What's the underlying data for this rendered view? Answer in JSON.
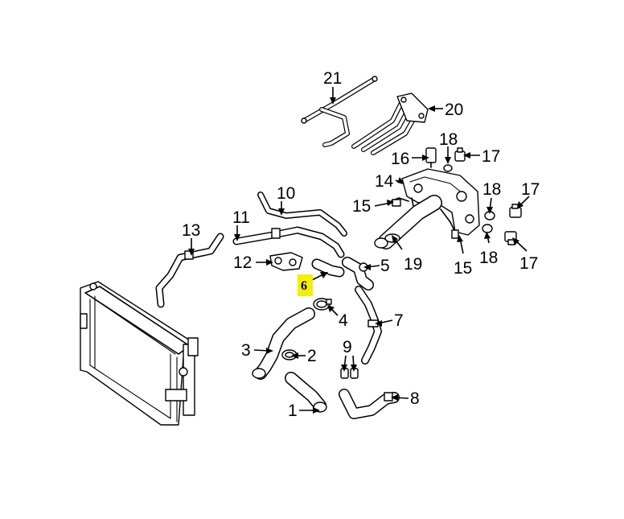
{
  "diagram": {
    "highlight_color": "#f4ee0c",
    "callouts": [
      {
        "key": "c21",
        "label": "21"
      },
      {
        "key": "c20",
        "label": "20"
      },
      {
        "key": "c18a",
        "label": "18"
      },
      {
        "key": "c16",
        "label": "16"
      },
      {
        "key": "c17a",
        "label": "17"
      },
      {
        "key": "c14",
        "label": "14"
      },
      {
        "key": "c18b",
        "label": "18"
      },
      {
        "key": "c17b",
        "label": "17"
      },
      {
        "key": "c10",
        "label": "10"
      },
      {
        "key": "c15a",
        "label": "15"
      },
      {
        "key": "c11",
        "label": "11"
      },
      {
        "key": "c13",
        "label": "13"
      },
      {
        "key": "c19",
        "label": "19"
      },
      {
        "key": "c15b",
        "label": "15"
      },
      {
        "key": "c18c",
        "label": "18"
      },
      {
        "key": "c17c",
        "label": "17"
      },
      {
        "key": "c12",
        "label": "12"
      },
      {
        "key": "c5",
        "label": "5"
      },
      {
        "key": "c6",
        "label": "6"
      },
      {
        "key": "c4",
        "label": "4"
      },
      {
        "key": "c7",
        "label": "7"
      },
      {
        "key": "c3",
        "label": "3"
      },
      {
        "key": "c2",
        "label": "2"
      },
      {
        "key": "c9",
        "label": "9"
      },
      {
        "key": "c8",
        "label": "8"
      },
      {
        "key": "c1",
        "label": "1"
      }
    ]
  }
}
